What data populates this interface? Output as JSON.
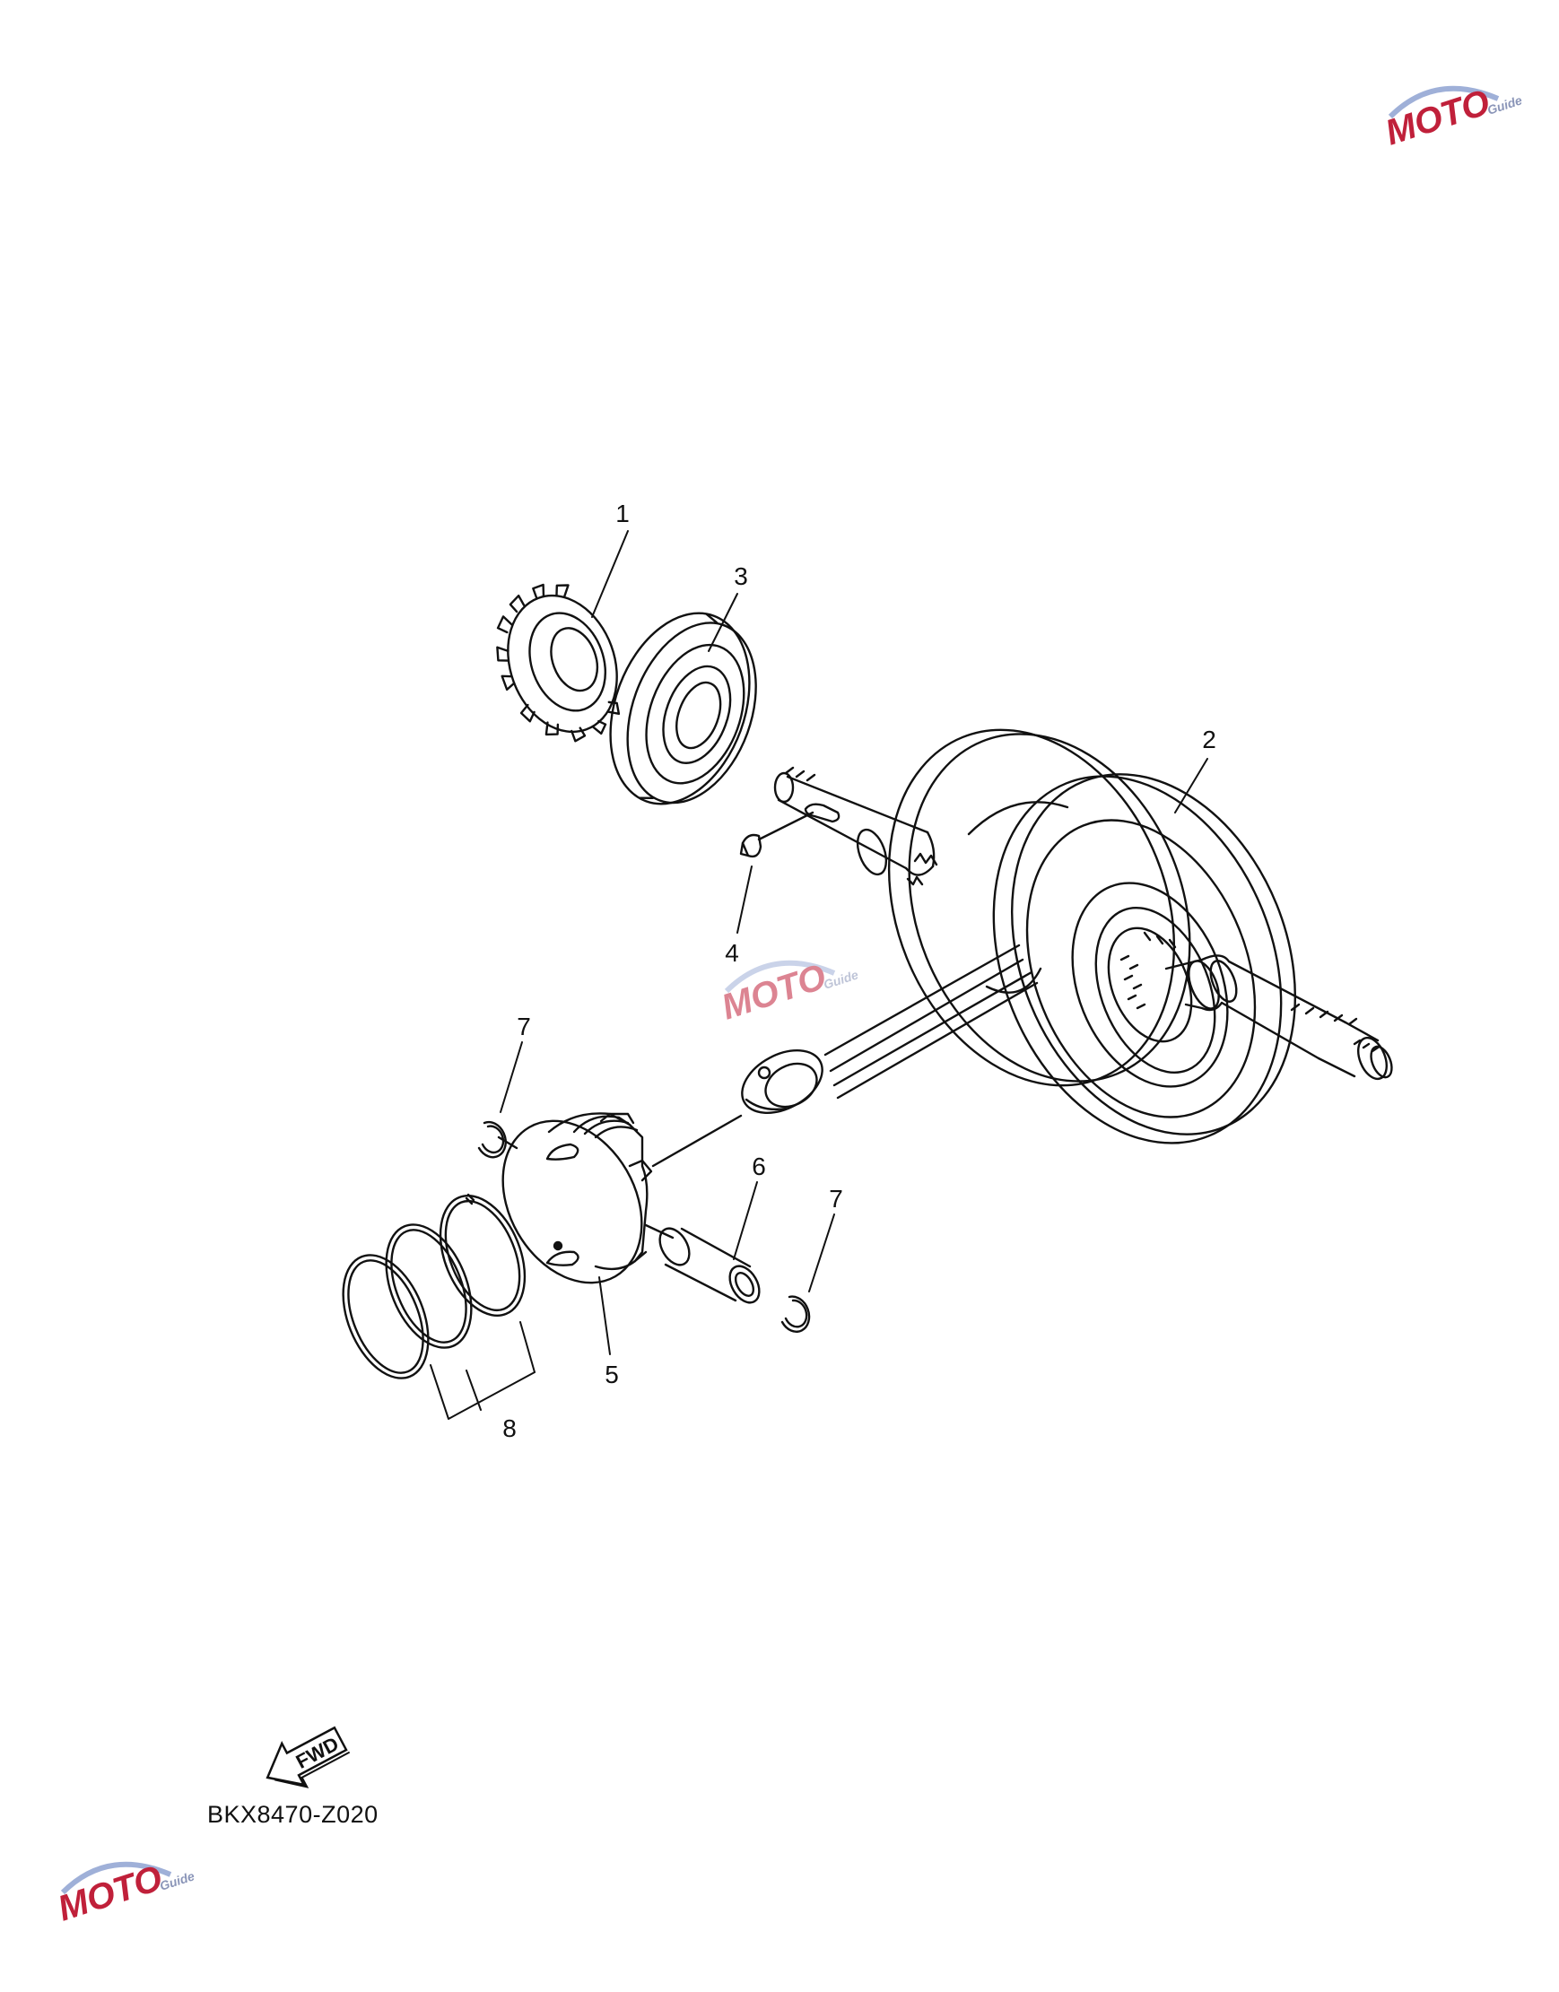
{
  "drawing_code": "BKX8470-Z020",
  "fwd_label": "FWD",
  "watermark": {
    "brand": "MOTO",
    "sub": "Guide",
    "accent": "#c0203a",
    "secondary": "#5a6fb0"
  },
  "callouts": [
    {
      "id": "1",
      "label": "1"
    },
    {
      "id": "2",
      "label": "2"
    },
    {
      "id": "3",
      "label": "3"
    },
    {
      "id": "4",
      "label": "4"
    },
    {
      "id": "5",
      "label": "5"
    },
    {
      "id": "6",
      "label": "6"
    },
    {
      "id": "7a",
      "label": "7"
    },
    {
      "id": "7b",
      "label": "7"
    },
    {
      "id": "8",
      "label": "8"
    }
  ]
}
